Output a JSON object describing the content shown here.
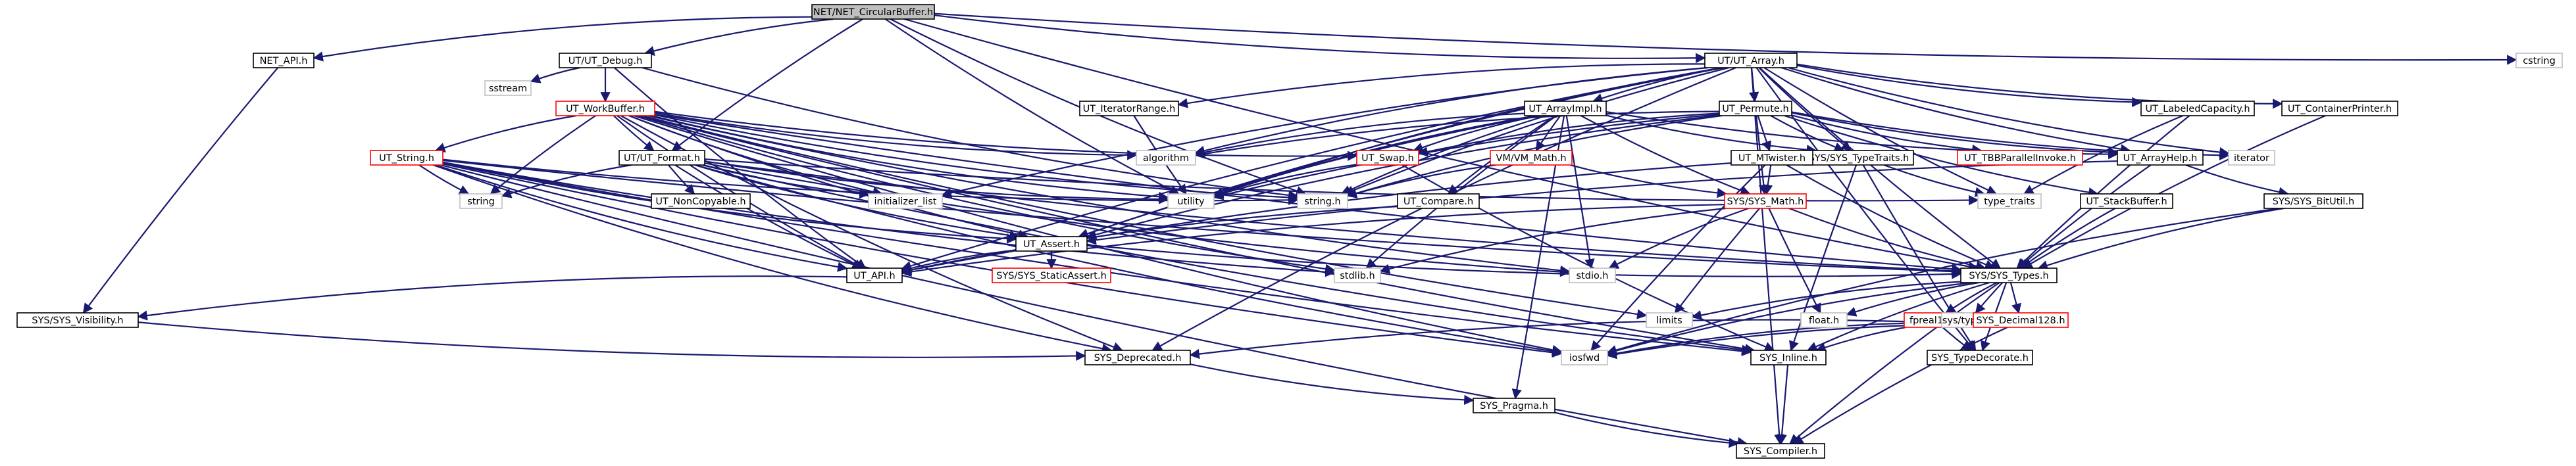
{
  "colors": {
    "edge": "#191970",
    "node_border": "#000000",
    "red_border": "#ff0000",
    "grey_border": "#bfbfbf",
    "grey_text": "#7f7f7f",
    "root_fill": "#bfbfbf",
    "fill": "#ffffff"
  },
  "nodes": {
    "root": {
      "label": "NET/NET_CircularBuffer.h",
      "style": "root"
    },
    "net_api": {
      "label": "NET_API.h",
      "style": "normal"
    },
    "ut_debug": {
      "label": "UT/UT_Debug.h",
      "style": "normal"
    },
    "ut_array": {
      "label": "UT/UT_Array.h",
      "style": "normal"
    },
    "cstring": {
      "label": "cstring",
      "style": "grey"
    },
    "sstream": {
      "label": "sstream",
      "style": "grey"
    },
    "ut_workbuffer": {
      "label": "UT_WorkBuffer.h",
      "style": "red"
    },
    "ut_iteratorrange": {
      "label": "UT_IteratorRange.h",
      "style": "normal"
    },
    "ut_arrayimpl": {
      "label": "UT_ArrayImpl.h",
      "style": "normal"
    },
    "ut_permute": {
      "label": "UT_Permute.h",
      "style": "normal"
    },
    "ut_labeledcapacity": {
      "label": "UT_LabeledCapacity.h",
      "style": "normal"
    },
    "ut_containerprinter": {
      "label": "UT_ContainerPrinter.h",
      "style": "normal"
    },
    "ut_string": {
      "label": "UT_String.h",
      "style": "red"
    },
    "ut_format": {
      "label": "UT/UT_Format.h",
      "style": "normal"
    },
    "algorithm": {
      "label": "algorithm",
      "style": "grey"
    },
    "ut_swap": {
      "label": "UT_Swap.h",
      "style": "red"
    },
    "vm_math": {
      "label": "VM/VM_Math.h",
      "style": "red"
    },
    "sys_typetraits": {
      "label": "SYS/SYS_TypeTraits.h",
      "style": "normal"
    },
    "ut_tbbparallel": {
      "label": "UT_TBBParallelInvoke.h",
      "style": "red"
    },
    "ut_arrayhelp": {
      "label": "UT_ArrayHelp.h",
      "style": "normal"
    },
    "iterator": {
      "label": "iterator",
      "style": "grey"
    },
    "ut_mtwister": {
      "label": "UT_MTwister.h",
      "style": "normal"
    },
    "string_grey": {
      "label": "string",
      "style": "grey"
    },
    "ut_noncopyable": {
      "label": "UT_NonCopyable.h",
      "style": "normal"
    },
    "initializer_list": {
      "label": "initializer_list",
      "style": "grey"
    },
    "utility": {
      "label": "utility",
      "style": "grey"
    },
    "string_h": {
      "label": "string.h",
      "style": "grey"
    },
    "type_traits": {
      "label": "type_traits",
      "style": "grey"
    },
    "sys_math": {
      "label": "SYS/SYS_Math.h",
      "style": "red"
    },
    "ut_compare": {
      "label": "UT_Compare.h",
      "style": "normal"
    },
    "ut_stackbuffer": {
      "label": "UT_StackBuffer.h",
      "style": "normal"
    },
    "sys_bitutil": {
      "label": "SYS/SYS_BitUtil.h",
      "style": "normal"
    },
    "ut_assert": {
      "label": "UT_Assert.h",
      "style": "normal"
    },
    "sys_staticassert": {
      "label": "SYS/SYS_StaticAssert.h",
      "style": "red"
    },
    "ut_api": {
      "label": "UT_API.h",
      "style": "normal"
    },
    "stdlib": {
      "label": "stdlib.h",
      "style": "grey"
    },
    "stdio": {
      "label": "stdio.h",
      "style": "grey"
    },
    "sys_types": {
      "label": "SYS/SYS_Types.h",
      "style": "normal"
    },
    "sys_visibility": {
      "label": "SYS/SYS_Visibility.h",
      "style": "normal"
    },
    "limits": {
      "label": "limits",
      "style": "grey"
    },
    "float_h": {
      "label": "float.h",
      "style": "grey"
    },
    "fpreal16": {
      "label": "fpreal16.h",
      "style": "red"
    },
    "sys_systypes": {
      "label": "sys/types.h",
      "style": "grey"
    },
    "sys_decimal128": {
      "label": "SYS_Decimal128.h",
      "style": "red"
    },
    "sys_deprecated": {
      "label": "SYS_Deprecated.h",
      "style": "normal"
    },
    "iosfwd": {
      "label": "iosfwd",
      "style": "grey"
    },
    "sys_inline": {
      "label": "SYS_Inline.h",
      "style": "normal"
    },
    "sys_typedecorate": {
      "label": "SYS_TypeDecorate.h",
      "style": "normal"
    },
    "sys_pragma": {
      "label": "SYS_Pragma.h",
      "style": "normal"
    },
    "sys_compiler": {
      "label": "SYS_Compiler.h",
      "style": "normal"
    }
  },
  "edges": [
    [
      "root",
      "net_api"
    ],
    [
      "root",
      "ut_debug"
    ],
    [
      "root",
      "ut_array"
    ],
    [
      "root",
      "cstring"
    ],
    [
      "root",
      "utility"
    ],
    [
      "root",
      "string_h"
    ],
    [
      "root",
      "ut_format"
    ],
    [
      "root",
      "sys_types"
    ],
    [
      "net_api",
      "sys_visibility"
    ],
    [
      "ut_debug",
      "sstream"
    ],
    [
      "ut_debug",
      "ut_workbuffer"
    ],
    [
      "ut_debug",
      "ut_api"
    ],
    [
      "ut_debug",
      "string_h"
    ],
    [
      "ut_array",
      "ut_iteratorrange"
    ],
    [
      "ut_array",
      "ut_arrayimpl"
    ],
    [
      "ut_array",
      "ut_permute"
    ],
    [
      "ut_array",
      "ut_labeledcapacity"
    ],
    [
      "ut_array",
      "ut_containerprinter"
    ],
    [
      "ut_array",
      "algorithm"
    ],
    [
      "ut_array",
      "initializer_list"
    ],
    [
      "ut_array",
      "utility"
    ],
    [
      "ut_array",
      "string_h"
    ],
    [
      "ut_array",
      "sys_typetraits"
    ],
    [
      "ut_array",
      "ut_arrayhelp"
    ],
    [
      "ut_array",
      "iterator"
    ],
    [
      "ut_array",
      "ut_assert"
    ],
    [
      "ut_array",
      "ut_api"
    ],
    [
      "ut_array",
      "sys_types"
    ],
    [
      "ut_array",
      "sys_deprecated"
    ],
    [
      "ut_array",
      "sys_compiler"
    ],
    [
      "ut_array",
      "sys_typedecorate"
    ],
    [
      "ut_array",
      "type_traits"
    ],
    [
      "ut_workbuffer",
      "ut_string"
    ],
    [
      "ut_workbuffer",
      "ut_format"
    ],
    [
      "ut_workbuffer",
      "algorithm"
    ],
    [
      "ut_workbuffer",
      "ut_swap"
    ],
    [
      "ut_workbuffer",
      "string_grey"
    ],
    [
      "ut_workbuffer",
      "initializer_list"
    ],
    [
      "ut_workbuffer",
      "utility"
    ],
    [
      "ut_workbuffer",
      "string_h"
    ],
    [
      "ut_workbuffer",
      "ut_assert"
    ],
    [
      "ut_workbuffer",
      "ut_api"
    ],
    [
      "ut_workbuffer",
      "stdlib"
    ],
    [
      "ut_workbuffer",
      "stdio"
    ],
    [
      "ut_workbuffer",
      "sys_types"
    ],
    [
      "ut_workbuffer",
      "limits"
    ],
    [
      "ut_workbuffer",
      "iosfwd"
    ],
    [
      "ut_workbuffer",
      "sys_inline"
    ],
    [
      "ut_workbuffer",
      "sys_deprecated"
    ],
    [
      "ut_string",
      "string_grey"
    ],
    [
      "ut_string",
      "ut_assert"
    ],
    [
      "ut_string",
      "ut_api"
    ],
    [
      "ut_string",
      "sys_types"
    ],
    [
      "ut_string",
      "stdlib"
    ],
    [
      "ut_string",
      "iosfwd"
    ],
    [
      "ut_string",
      "sys_inline"
    ],
    [
      "ut_string",
      "sys_deprecated"
    ],
    [
      "ut_string",
      "sys_compiler"
    ],
    [
      "ut_string",
      "string_h"
    ],
    [
      "ut_format",
      "ut_noncopyable"
    ],
    [
      "ut_format",
      "string_grey"
    ],
    [
      "ut_format",
      "initializer_list"
    ],
    [
      "ut_format",
      "utility"
    ],
    [
      "ut_format",
      "type_traits"
    ],
    [
      "ut_format",
      "ut_assert"
    ],
    [
      "ut_format",
      "ut_api"
    ],
    [
      "ut_format",
      "sys_types"
    ],
    [
      "ut_format",
      "stdio"
    ],
    [
      "ut_format",
      "iosfwd"
    ],
    [
      "ut_format",
      "sys_inline"
    ],
    [
      "ut_iteratorrange",
      "utility"
    ],
    [
      "ut_arrayimpl",
      "algorithm"
    ],
    [
      "ut_arrayimpl",
      "ut_swap"
    ],
    [
      "ut_arrayimpl",
      "vm_math"
    ],
    [
      "ut_arrayimpl",
      "sys_typetraits"
    ],
    [
      "ut_arrayimpl",
      "ut_arrayhelp"
    ],
    [
      "ut_arrayimpl",
      "ut_compare"
    ],
    [
      "ut_arrayimpl",
      "sys_math"
    ],
    [
      "ut_arrayimpl",
      "utility"
    ],
    [
      "ut_arrayimpl",
      "string_h"
    ],
    [
      "ut_arrayimpl",
      "ut_assert"
    ],
    [
      "ut_arrayimpl",
      "stdlib"
    ],
    [
      "ut_arrayimpl",
      "stdio"
    ],
    [
      "ut_arrayimpl",
      "sys_pragma"
    ],
    [
      "ut_permute",
      "algorithm"
    ],
    [
      "ut_permute",
      "ut_swap"
    ],
    [
      "ut_permute",
      "sys_typetraits"
    ],
    [
      "ut_permute",
      "ut_tbbparallel"
    ],
    [
      "ut_permute",
      "ut_arrayhelp"
    ],
    [
      "ut_permute",
      "ut_mtwister"
    ],
    [
      "ut_permute",
      "ut_stackbuffer"
    ],
    [
      "ut_permute",
      "utility"
    ],
    [
      "ut_permute",
      "string_h"
    ],
    [
      "ut_permute",
      "sys_math"
    ],
    [
      "ut_permute",
      "iterator"
    ],
    [
      "ut_permute",
      "ut_assert"
    ],
    [
      "ut_labeledcapacity",
      "type_traits"
    ],
    [
      "ut_labeledcapacity",
      "sys_types"
    ],
    [
      "ut_containerprinter",
      "sys_types"
    ],
    [
      "ut_swap",
      "utility"
    ],
    [
      "ut_swap",
      "sys_inline"
    ],
    [
      "vm_math",
      "sys_math"
    ],
    [
      "vm_math",
      "string_h"
    ],
    [
      "sys_typetraits",
      "type_traits"
    ],
    [
      "sys_typetraits",
      "sys_inline"
    ],
    [
      "sys_typetraits",
      "sys_typedecorate"
    ],
    [
      "ut_arrayhelp",
      "sys_bitutil"
    ],
    [
      "ut_arrayhelp",
      "sys_types"
    ],
    [
      "ut_arrayhelp",
      "ut_assert"
    ],
    [
      "ut_mtwister",
      "sys_math"
    ],
    [
      "ut_mtwister",
      "sys_types"
    ],
    [
      "ut_mtwister",
      "ut_api"
    ],
    [
      "ut_mtwister",
      "iosfwd"
    ],
    [
      "sys_math",
      "sys_types"
    ],
    [
      "sys_math",
      "limits"
    ],
    [
      "sys_math",
      "float_h"
    ],
    [
      "sys_math",
      "stdlib"
    ],
    [
      "sys_math",
      "stdio"
    ],
    [
      "sys_math",
      "ut_api"
    ],
    [
      "ut_compare",
      "ut_api"
    ],
    [
      "ut_stackbuffer",
      "sys_types"
    ],
    [
      "sys_bitutil",
      "sys_types"
    ],
    [
      "sys_bitutil",
      "iosfwd"
    ],
    [
      "ut_assert",
      "sys_staticassert"
    ],
    [
      "ut_assert",
      "ut_api"
    ],
    [
      "ut_assert",
      "sys_types"
    ],
    [
      "ut_api",
      "sys_visibility"
    ],
    [
      "sys_types",
      "limits"
    ],
    [
      "sys_types",
      "float_h"
    ],
    [
      "sys_types",
      "fpreal16"
    ],
    [
      "sys_types",
      "sys_systypes"
    ],
    [
      "sys_types",
      "sys_decimal128"
    ],
    [
      "sys_types",
      "iosfwd"
    ],
    [
      "sys_types",
      "sys_inline"
    ],
    [
      "sys_types",
      "sys_typedecorate"
    ],
    [
      "sys_types",
      "sys_compiler"
    ],
    [
      "sys_visibility",
      "sys_deprecated"
    ],
    [
      "fpreal16",
      "iosfwd"
    ],
    [
      "fpreal16",
      "sys_inline"
    ],
    [
      "fpreal16",
      "sys_typedecorate"
    ],
    [
      "fpreal16",
      "sys_deprecated"
    ],
    [
      "sys_decimal128",
      "sys_compiler"
    ],
    [
      "sys_decimal128",
      "iosfwd"
    ],
    [
      "sys_deprecated",
      "sys_pragma"
    ],
    [
      "sys_inline",
      "sys_compiler"
    ],
    [
      "sys_pragma",
      "sys_compiler"
    ]
  ]
}
